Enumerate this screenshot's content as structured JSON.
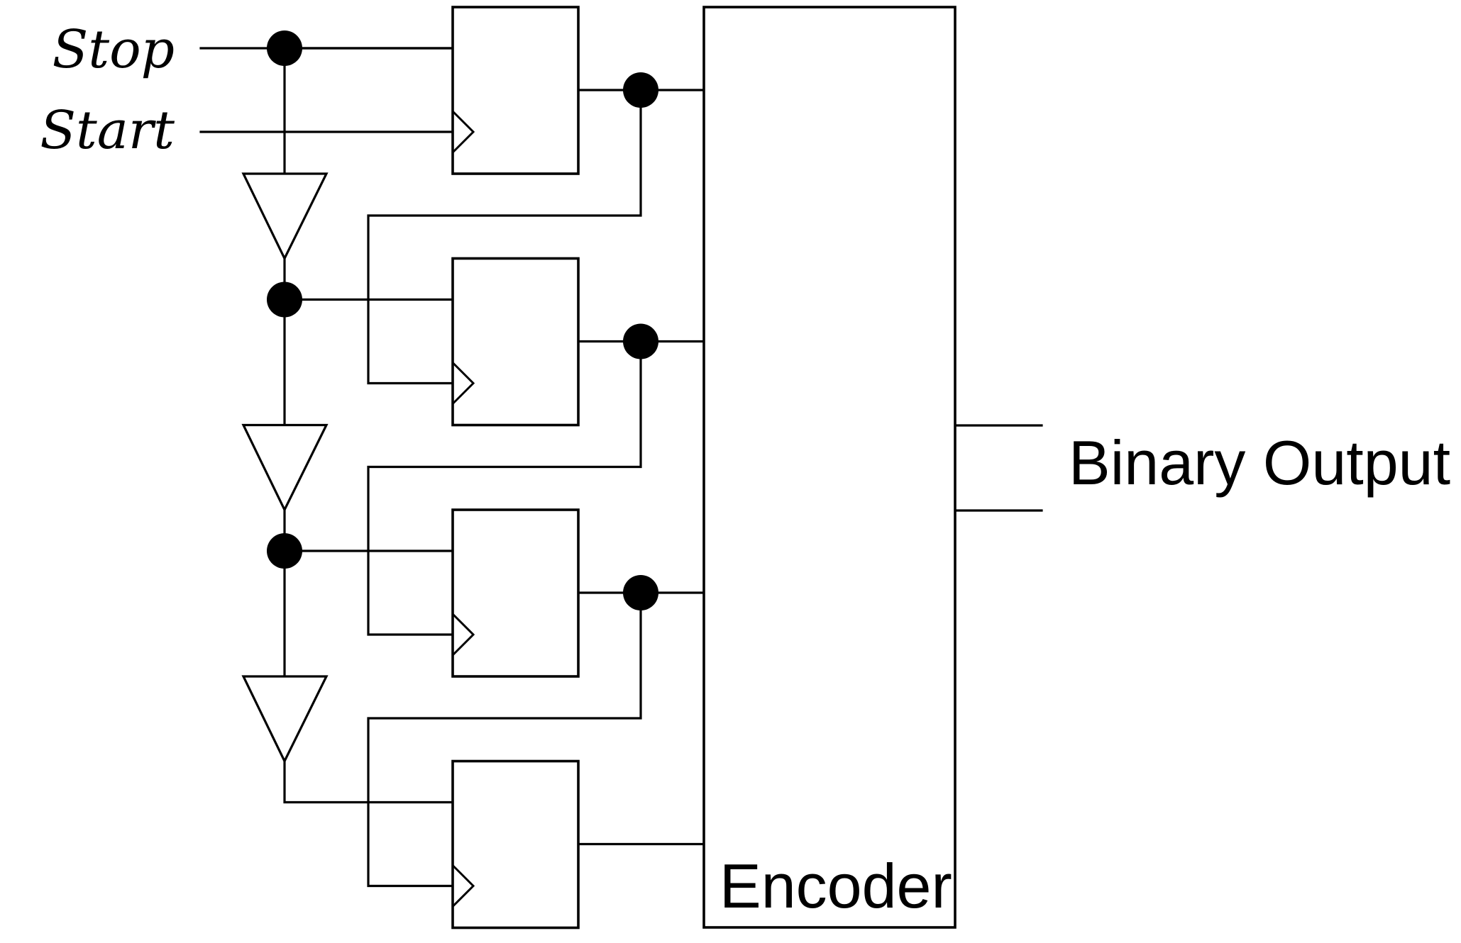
{
  "diagram": {
    "title": "Tapped delay line time-to-digital converter",
    "inputs": {
      "stop_label": "Stop",
      "start_label": "Start"
    },
    "encoder": {
      "label": "Encoder"
    },
    "output": {
      "label": "Binary Output",
      "line_count": 2
    },
    "stages": [
      {
        "name": "flip-flop-1",
        "d_source": "Stop",
        "clock_source": "Start"
      },
      {
        "name": "flip-flop-2",
        "d_source": "buffer-1 output",
        "clock_source": "flip-flop-1 Q"
      },
      {
        "name": "flip-flop-3",
        "d_source": "buffer-2 output",
        "clock_source": "flip-flop-2 Q"
      },
      {
        "name": "flip-flop-4",
        "d_source": "buffer-3 output",
        "clock_source": "flip-flop-3 Q"
      }
    ],
    "buffer_count": 3,
    "colors": {
      "stroke": "#000000",
      "background": "#ffffff"
    }
  }
}
